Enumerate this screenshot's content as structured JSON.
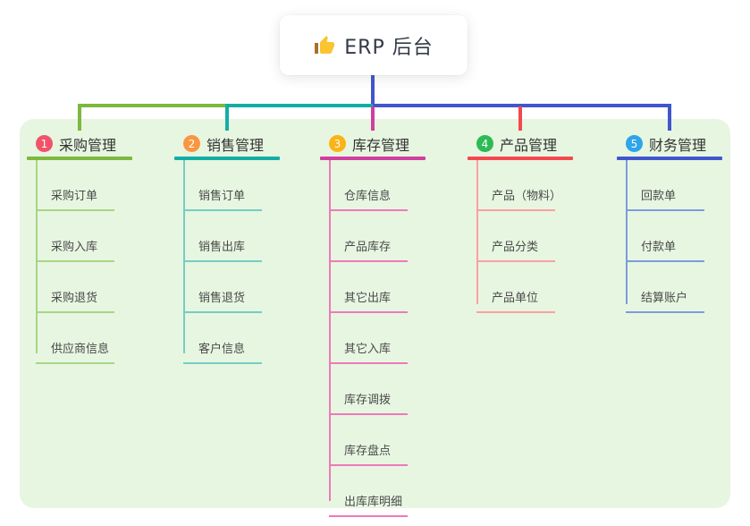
{
  "root": {
    "title": "ERP 后台",
    "icon": "thumbs-up-icon"
  },
  "branches": [
    {
      "badge": "1",
      "label": "采购管理",
      "badge_color": "#f0536a",
      "color": "#7db83f",
      "child_color": "#a9d584",
      "children": [
        "采购订单",
        "采购入库",
        "采购退货",
        "供应商信息"
      ]
    },
    {
      "badge": "2",
      "label": "销售管理",
      "badge_color": "#fa9640",
      "color": "#14ada6",
      "child_color": "#74cdc6",
      "children": [
        "销售订单",
        "销售出库",
        "销售退货",
        "客户信息"
      ]
    },
    {
      "badge": "3",
      "label": "库存管理",
      "badge_color": "#fcb315",
      "color": "#d03f9f",
      "child_color": "#ee79bb",
      "children": [
        "仓库信息",
        "产品库存",
        "其它出库",
        "其它入库",
        "库存调拨",
        "库存盘点",
        "出库库明细"
      ]
    },
    {
      "badge": "4",
      "label": "产品管理",
      "badge_color": "#2eba55",
      "color": "#f4484f",
      "child_color": "#f9a0a4",
      "children": [
        "产品（物料）",
        "产品分类",
        "产品单位"
      ]
    },
    {
      "badge": "5",
      "label": "财务管理",
      "badge_color": "#2da5ea",
      "color": "#4156cd",
      "child_color": "#7e9ade",
      "children": [
        "回款单",
        "付款单",
        "结算账户"
      ]
    }
  ],
  "colors": {
    "panel_bg": "#e7f6e1",
    "root_line": "#4156cd",
    "title_text": "#333a45",
    "branch_text": "#333333",
    "child_text": "#4a4a4a"
  }
}
